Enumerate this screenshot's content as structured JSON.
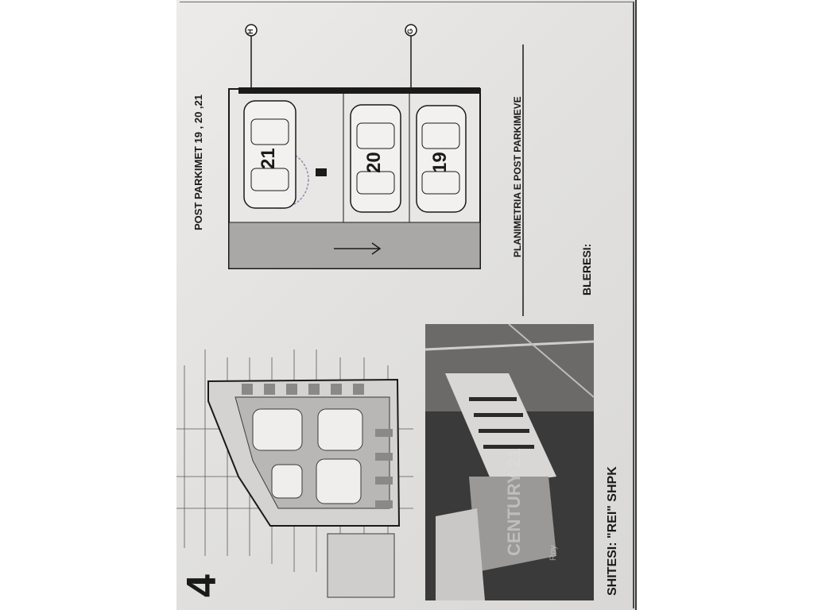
{
  "page_number": "4",
  "title": "POST PARKIMET 19 , 20 ,21",
  "spots": [
    {
      "number": "21"
    },
    {
      "number": "20"
    },
    {
      "number": "19"
    }
  ],
  "grid_markers": [
    "H",
    "G"
  ],
  "plan_caption": "PLANIMETRIA E POST PARKIMEVE",
  "buyer_label": "BLERESI:",
  "seller_label": "SHITESI: \"REI\" SHPK",
  "watermark": {
    "brand": "CENTURY 21",
    "sub": "Roy"
  },
  "colors": {
    "paper": "#e4e3e1",
    "ink": "#1a1a1a",
    "aisle": "#a9a8a6",
    "photo": "#3a3a3a"
  }
}
